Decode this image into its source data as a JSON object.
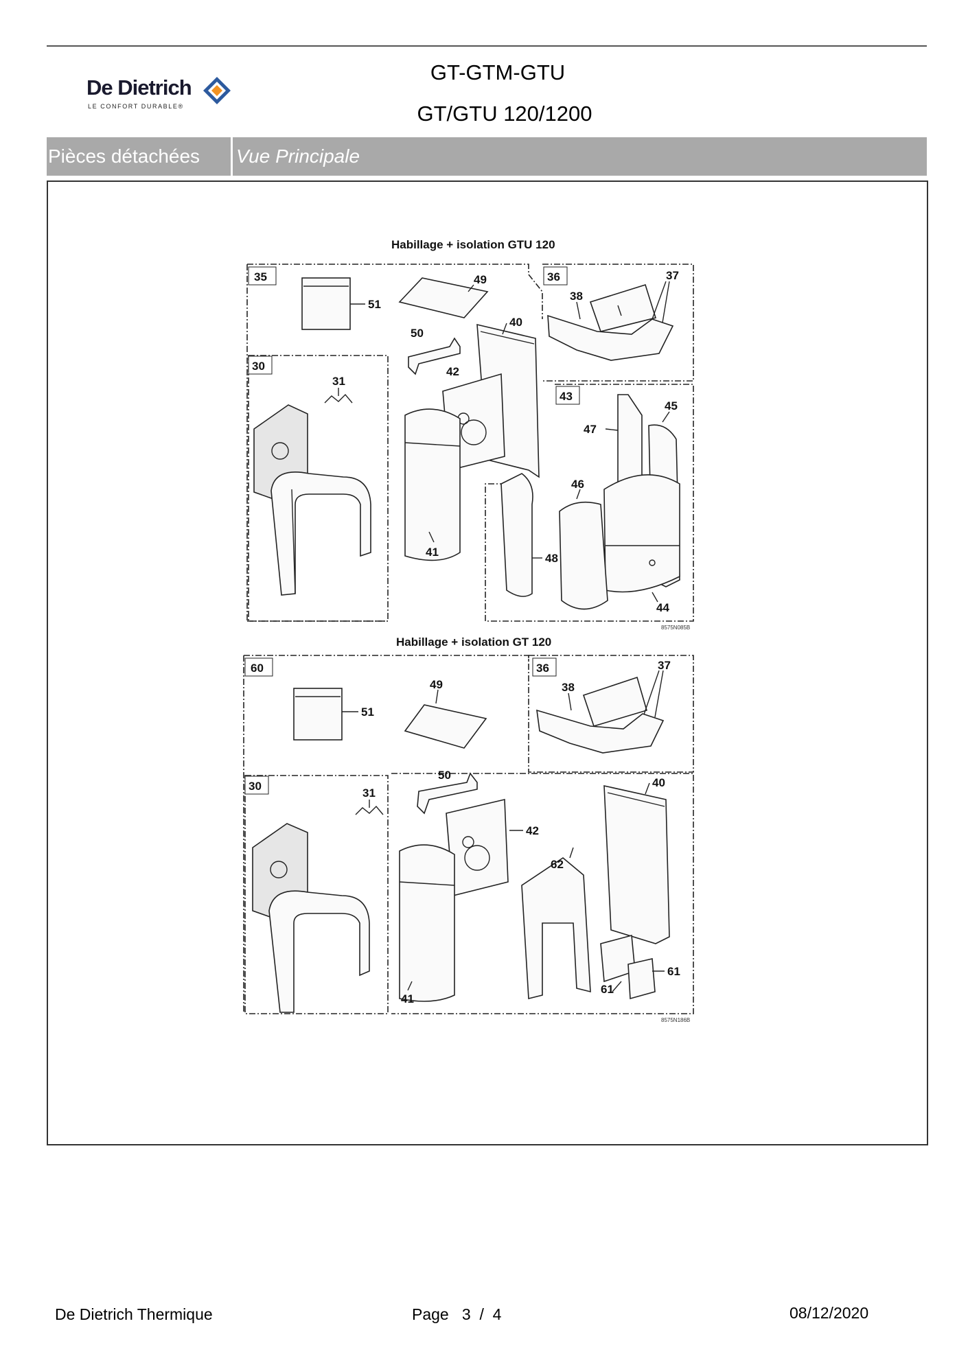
{
  "header": {
    "logo_name": "De Dietrich",
    "logo_tagline": "LE CONFORT DURABLE®",
    "title_line1": "GT-GTM-GTU",
    "title_line2": "GT/GTU 120/1200"
  },
  "band": {
    "section": "Pièces détachées",
    "view": "Vue Principale"
  },
  "diagram_top": {
    "caption": "Habillage + isolation GTU 120",
    "code": "8575N085B",
    "callouts": {
      "c35": "35",
      "c51": "51",
      "c49": "49",
      "c36": "36",
      "c37": "37",
      "c38": "38",
      "c50": "50",
      "c40": "40",
      "c30": "30",
      "c31": "31",
      "c42": "42",
      "c43": "43",
      "c47": "47",
      "c45": "45",
      "c46": "46",
      "c48": "48",
      "c41": "41",
      "c44": "44"
    }
  },
  "diagram_bottom": {
    "caption": "Habillage + isolation GT 120",
    "code": "8575N186B",
    "callouts": {
      "c60": "60",
      "c49": "49",
      "c36": "36",
      "c37": "37",
      "c38": "38",
      "c51": "51",
      "c50": "50",
      "c30": "30",
      "c31": "31",
      "c40": "40",
      "c42": "42",
      "c62": "62",
      "c41": "41",
      "c61a": "61",
      "c61b": "61"
    }
  },
  "footer": {
    "company": "De Dietrich Thermique",
    "page": "Page   3  /  4",
    "date": "08/12/2020"
  },
  "colors": {
    "band_bg": "#a9a9a9",
    "logo_blue": "#2d5a9e",
    "logo_orange": "#f29222"
  }
}
